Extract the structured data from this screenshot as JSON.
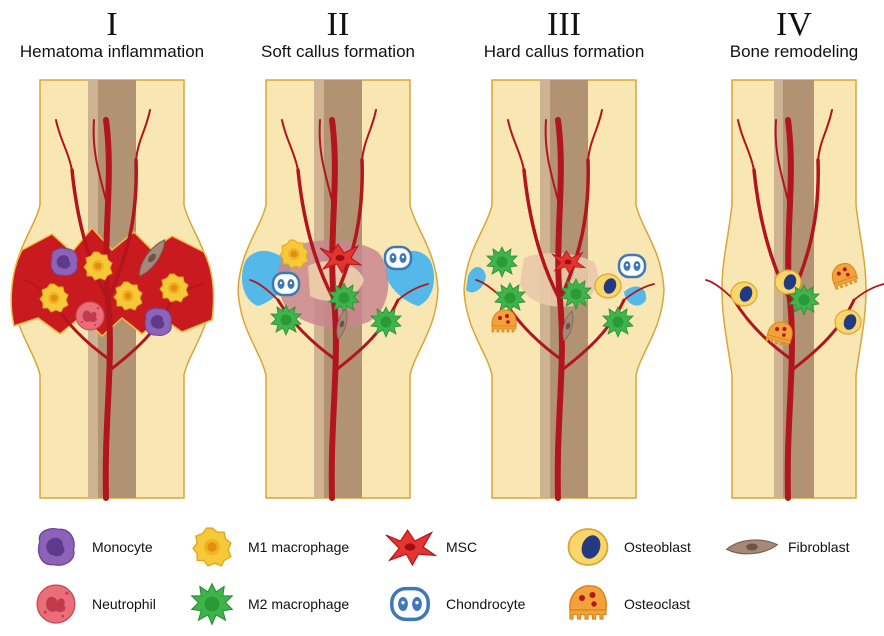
{
  "colors": {
    "bone": "#f8e6b3",
    "bone_edge": "#d9a637",
    "marrow": "#b19374",
    "marrow_light": "#cdb391",
    "vessel": "#b3151c",
    "hematoma": "#c81a1f",
    "cartilage": "#54b9e9",
    "m1": "#f6c93a",
    "m2": "#3fb44a",
    "monocyte": "#8c63b8",
    "neutrophil": "#ea6e7a",
    "chondrocyte": "#3f78b7",
    "osteoblast": "#223a84",
    "osteoclast": "#f3a13b",
    "fibroblast": "#8a6f5e"
  },
  "stages": [
    {
      "numeral": "I",
      "label": "Hematoma inflammation"
    },
    {
      "numeral": "II",
      "label": "Soft callus formation"
    },
    {
      "numeral": "III",
      "label": "Hard callus formation"
    },
    {
      "numeral": "IV",
      "label": "Bone remodeling"
    }
  ],
  "legend": [
    {
      "icon": "monocyte-icon",
      "label": "Monocyte"
    },
    {
      "icon": "m1-macrophage-icon",
      "label": "M1 macrophage"
    },
    {
      "icon": "msc-icon",
      "label": "MSC"
    },
    {
      "icon": "osteoblast-icon",
      "label": "Osteoblast"
    },
    {
      "icon": "fibroblast-icon",
      "label": "Fibroblast"
    },
    {
      "icon": "neutrophil-icon",
      "label": "Neutrophil"
    },
    {
      "icon": "m2-macrophage-icon",
      "label": "M2 macrophage"
    },
    {
      "icon": "chondrocyte-icon",
      "label": "Chondrocyte"
    },
    {
      "icon": "osteoclast-icon",
      "label": "Osteoclast"
    }
  ]
}
